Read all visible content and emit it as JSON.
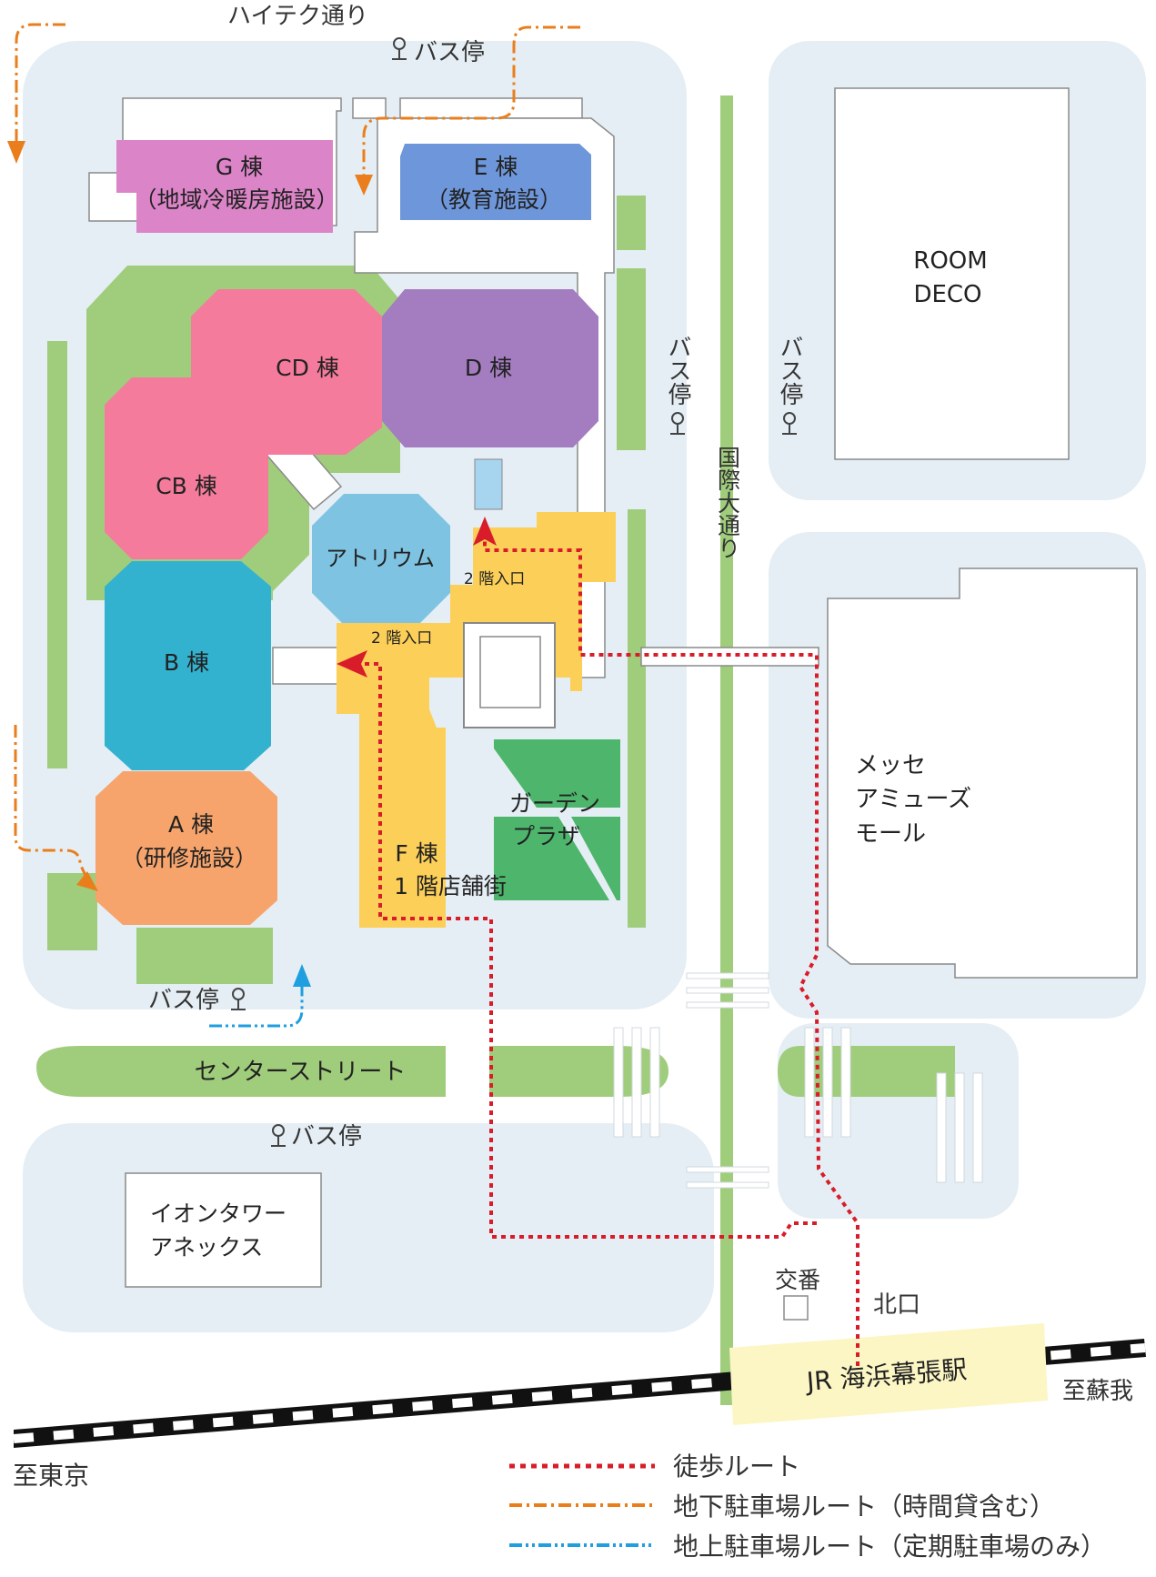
{
  "roads": {
    "hitech": "ハイテク通り",
    "kokusai": "国際大通り",
    "center_street": "センターストリート"
  },
  "buildings": {
    "g_name": "G 棟",
    "g_sub": "（地域冷暖房施設）",
    "e_name": "E 棟",
    "e_sub": "（教育施設）",
    "cd": "CD 棟",
    "d": "D 棟",
    "cb": "CB 棟",
    "atrium": "アトリウム",
    "b": "B 棟",
    "a_name": "A 棟",
    "a_sub": "（研修施設）",
    "f_name": "F 棟",
    "f_sub": "1 階店舗街",
    "garden_1": "ガーデン",
    "garden_2": "プラザ",
    "room_1": "ROOM",
    "room_2": "DECO",
    "messe_1": "メッセ",
    "messe_2": "アミューズ",
    "messe_3": "モール",
    "aeon_1": "イオンタワー",
    "aeon_2": "アネックス"
  },
  "entrances": {
    "entrance_2f_top": "2 階入口",
    "entrance_2f_left": "2 階入口"
  },
  "bus_stops": {
    "top": "バス停",
    "right_1": "バス停",
    "right_2": "バス停",
    "bottom_left": "バス停",
    "center": "バス停"
  },
  "station": {
    "name": "JR 海浜幕張駅",
    "koban": "交番",
    "north_exit": "北口",
    "to_tokyo": "至東京",
    "to_soga": "至蘇我"
  },
  "legend": {
    "walk": "徒歩ルート",
    "underground": "地下駐車場ルート（時間貸含む）",
    "ground": "地上駐車場ルート（定期駐車場のみ）"
  },
  "colors": {
    "g": "#dc84c8",
    "e": "#6e97db",
    "cd": "#f47b9b",
    "d": "#a47cc0",
    "atrium": "#7ec4e2",
    "b": "#33b2d0",
    "a": "#f7a46c",
    "f": "#fccf58",
    "garden": "#4db66c",
    "green": "#a0cd7c",
    "block": "#e5eef4",
    "station": "#fcf6c4",
    "walk_route": "#d91c2a",
    "underground_route": "#ea7e1c",
    "ground_route": "#1f9ee0"
  }
}
